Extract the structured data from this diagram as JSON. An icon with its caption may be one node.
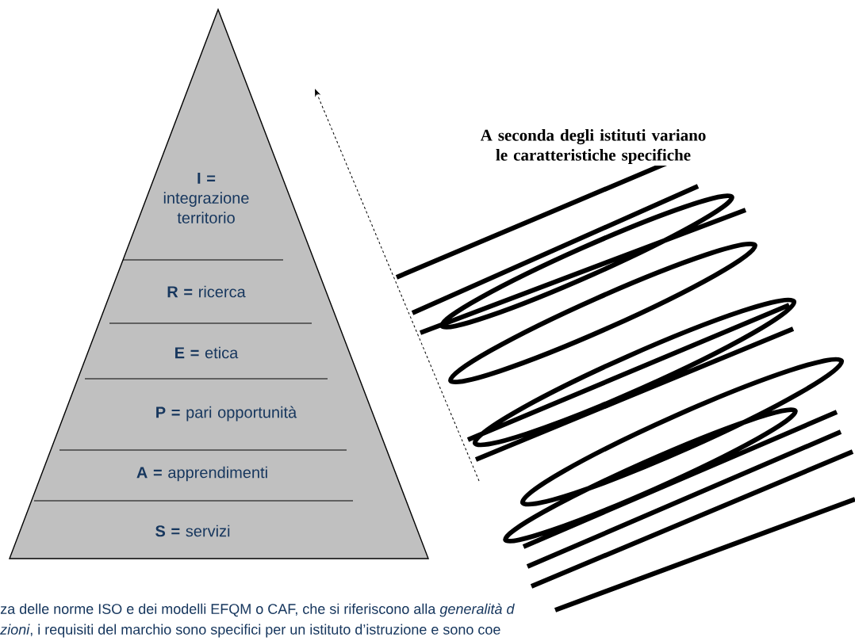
{
  "diagram": {
    "nodes": [
      {
        "text": [
          "**I =** integrazione territorio"
        ]
      },
      {
        "text": [
          "**R =** ricerca"
        ]
      },
      {
        "text": [
          "**E =** etica"
        ]
      },
      {
        "text": [
          "**P =** pari opportunità"
        ]
      },
      {
        "text": [
          "**A =** apprendimenti"
        ]
      },
      {
        "text": [
          "**S =** servizi"
        ]
      }
    ],
    "labels": [
      "A seconda degli istituti variano le caratteristiche specifiche",
      "za delle norme ISO e dei modelli EFQM o CAF, che si riferiscono alla *generalità d*",
      "*zioni*, i requisiti del marchio sono specifici per un istituto d’istruzione e sono coe"
    ]
  }
}
